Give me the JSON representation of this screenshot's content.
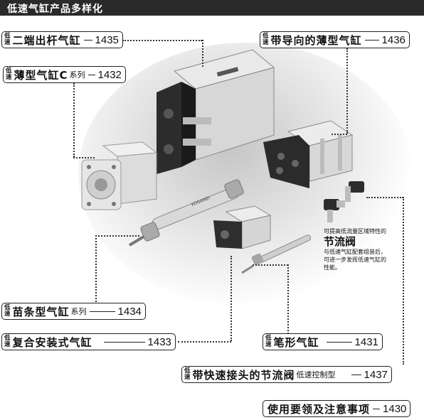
{
  "header": {
    "title": "低速气缸产品多样化"
  },
  "badge": {
    "top": "低",
    "bottom": "速"
  },
  "labels": {
    "twin_rod": {
      "name": "二端出杆气缸",
      "page": "1435"
    },
    "guided_thin": {
      "name": "带导向的薄型气缸",
      "page": "1436"
    },
    "thin_c": {
      "name": "薄型气缸C",
      "suffix": "系列",
      "page": "1432"
    },
    "miao": {
      "name": "苗条型气缸",
      "suffix": "系列",
      "page": "1434"
    },
    "composite": {
      "name": "复合安装式气缸",
      "page": "1433"
    },
    "pen": {
      "name": "笔形气缸",
      "page": "1431"
    },
    "fitting_valve": {
      "name": "带快速接头的节流阀",
      "suffix": "低速控制型",
      "page": "1437"
    },
    "usage": {
      "name": "使用要领及注意事项",
      "page": "1430"
    }
  },
  "note": {
    "line1": "可提高低流量区域特性的",
    "title": "节流阀",
    "line2": "与低速气缸配套组装后，",
    "line3": "可进一步发挥低速气缸的",
    "line4": "性能。"
  },
  "product_text": {
    "brand": "KOGANEI"
  }
}
